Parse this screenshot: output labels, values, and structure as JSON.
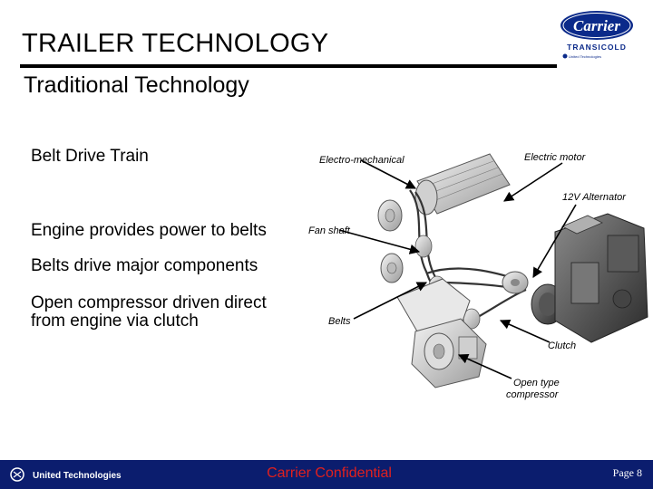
{
  "header": {
    "title": "TRAILER TECHNOLOGY",
    "subtitle": "Traditional Technology"
  },
  "logo": {
    "brand": "Carrier",
    "division": "TRANSICOLD",
    "tagline": "United Technologies"
  },
  "bullets": [
    "Belt Drive Train",
    "Engine provides power to belts",
    "Belts drive major components",
    "Open compressor driven direct from engine via clutch"
  ],
  "diagram": {
    "labels": {
      "electro_mechanical": "Electro-mechanical",
      "electric_motor": "Electric motor",
      "alternator": "12V Alternator",
      "fan_shaft": "Fan shaft",
      "belts": "Belts",
      "clutch": "Clutch",
      "compressor_line1": "Open type",
      "compressor_line2": "compressor"
    }
  },
  "footer": {
    "company": "United Technologies",
    "confidential": "Carrier Confidential",
    "page": "Page 8"
  },
  "colors": {
    "footer_bg": "#0b1d6e",
    "confidential": "#e0201e",
    "carrier_blue": "#0b2a8a"
  }
}
